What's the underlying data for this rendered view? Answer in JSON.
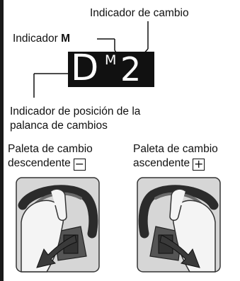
{
  "labels": {
    "shift_indicator": "Indicador de cambio",
    "m_indicator_prefix": "Indicador",
    "m_indicator_bold": "M",
    "lever_position_line1": "Indicador de posición de la",
    "lever_position_line2": "palanca de cambios"
  },
  "display": {
    "gear_letter": "D",
    "mode_letter": "M",
    "gear_number": "2"
  },
  "paddles": {
    "down": {
      "line1": "Paleta de cambio",
      "line2": "descendente",
      "sign": "−"
    },
    "up": {
      "line1": "Paleta de cambio",
      "line2": "ascendente",
      "sign": "+"
    }
  },
  "icons": [
    "steering-paddle-down-illustration",
    "steering-paddle-up-illustration"
  ],
  "colors": {
    "display_bg": "#111111",
    "display_text": "#ffffff",
    "illustration_bg": "#d6d6d6",
    "arrow": "#3a3a3a"
  }
}
